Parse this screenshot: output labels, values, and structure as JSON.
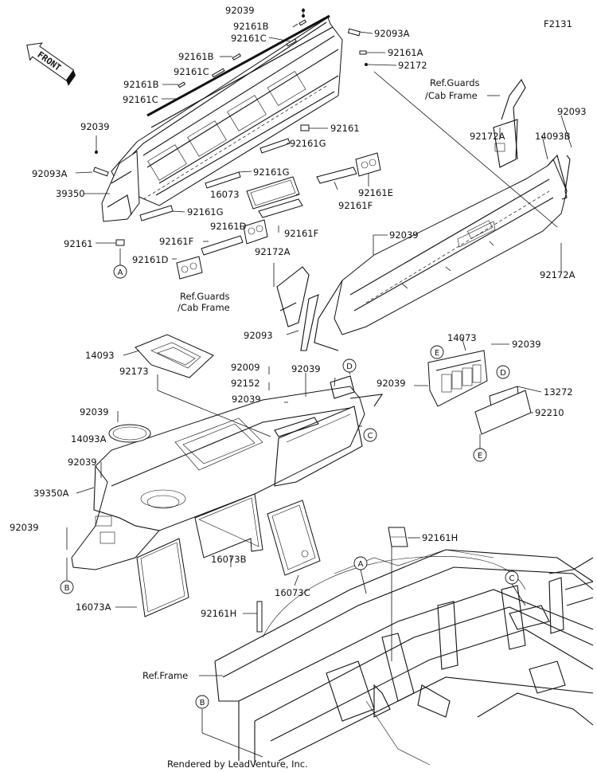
{
  "figure_code": "F2131",
  "front_label": "FRONT",
  "rendered_by": "Rendered by LeadVenture, Inc.",
  "callouts": [
    "A",
    "B",
    "C",
    "D",
    "E"
  ],
  "labels": [
    {
      "id": "l01",
      "text": "92039"
    },
    {
      "id": "l02",
      "text": "92161B"
    },
    {
      "id": "l03",
      "text": "92161C"
    },
    {
      "id": "l04",
      "text": "92093A"
    },
    {
      "id": "l05",
      "text": "92161A"
    },
    {
      "id": "l06",
      "text": "92172"
    },
    {
      "id": "l07",
      "text": "92161B"
    },
    {
      "id": "l08",
      "text": "92161C"
    },
    {
      "id": "l09",
      "text": "92161B"
    },
    {
      "id": "l10",
      "text": "92161C"
    },
    {
      "id": "l11",
      "text": "Ref.Guards"
    },
    {
      "id": "l12",
      "text": "/Cab Frame"
    },
    {
      "id": "l13",
      "text": "92093"
    },
    {
      "id": "l14",
      "text": "92039"
    },
    {
      "id": "l15",
      "text": "92161"
    },
    {
      "id": "l16",
      "text": "92161G"
    },
    {
      "id": "l17",
      "text": "92172A"
    },
    {
      "id": "l18",
      "text": "14093B"
    },
    {
      "id": "l19",
      "text": "92093A"
    },
    {
      "id": "l20",
      "text": "92161G"
    },
    {
      "id": "l21",
      "text": "16073"
    },
    {
      "id": "l22",
      "text": "92161E"
    },
    {
      "id": "l23",
      "text": "39350"
    },
    {
      "id": "l24",
      "text": "92161G"
    },
    {
      "id": "l25",
      "text": "92161F"
    },
    {
      "id": "l26",
      "text": "92161D"
    },
    {
      "id": "l27",
      "text": "92161F"
    },
    {
      "id": "l28",
      "text": "92039"
    },
    {
      "id": "l29",
      "text": "92161"
    },
    {
      "id": "l30",
      "text": "92161F"
    },
    {
      "id": "l31",
      "text": "92161D"
    },
    {
      "id": "l32",
      "text": "92172A"
    },
    {
      "id": "l33",
      "text": "92172A"
    },
    {
      "id": "l34",
      "text": "Ref.Guards"
    },
    {
      "id": "l35",
      "text": "/Cab Frame"
    },
    {
      "id": "l36",
      "text": "92093"
    },
    {
      "id": "l37",
      "text": "14093"
    },
    {
      "id": "l38",
      "text": "14073"
    },
    {
      "id": "l39",
      "text": "92039"
    },
    {
      "id": "l40",
      "text": "92173"
    },
    {
      "id": "l41",
      "text": "92009"
    },
    {
      "id": "l42",
      "text": "92039"
    },
    {
      "id": "l43",
      "text": "92152"
    },
    {
      "id": "l44",
      "text": "92039"
    },
    {
      "id": "l45",
      "text": "13272"
    },
    {
      "id": "l46",
      "text": "92039"
    },
    {
      "id": "l47",
      "text": "92039"
    },
    {
      "id": "l48",
      "text": "92210"
    },
    {
      "id": "l49",
      "text": "14093A"
    },
    {
      "id": "l50",
      "text": "92039"
    },
    {
      "id": "l51",
      "text": "39350A"
    },
    {
      "id": "l52",
      "text": "92039"
    },
    {
      "id": "l53",
      "text": "92161H"
    },
    {
      "id": "l54",
      "text": "16073B"
    },
    {
      "id": "l55",
      "text": "16073C"
    },
    {
      "id": "l56",
      "text": "16073A"
    },
    {
      "id": "l57",
      "text": "92161H"
    },
    {
      "id": "l58",
      "text": "Ref.Frame"
    }
  ]
}
